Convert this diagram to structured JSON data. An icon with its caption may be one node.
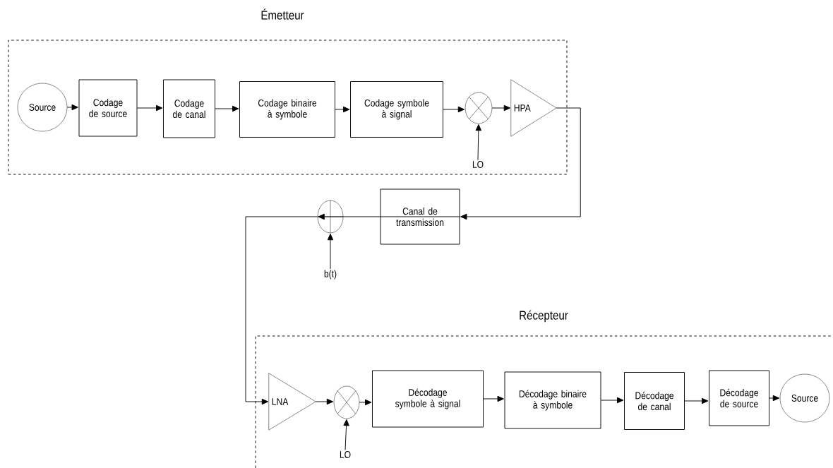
{
  "diagram": {
    "nodes": [
      {
        "text": [
          "Émetteur"
        ]
      },
      {
        "text": [
          "Source"
        ],
        "in": 0
      },
      {
        "text": [
          "Codage de source"
        ],
        "in": 0
      },
      {
        "text": [
          "Codage de canal"
        ],
        "in": 0
      },
      {
        "text": [
          "Codage binaire à symbole"
        ],
        "in": 0
      },
      {
        "text": [
          "Codage symbole à signal"
        ],
        "in": 0
      },
      {
        "text": [],
        "shape": "circle",
        "in": 0
      },
      {
        "text": [
          "HPA"
        ],
        "in": 0
      },
      {
        "text": [
          "LO"
        ],
        "in": 0
      },
      {
        "text": [
          "Canal de transmission"
        ]
      },
      {
        "text": [],
        "shape": "circle"
      },
      {
        "text": [
          "b(t)"
        ]
      },
      {
        "text": [
          "Récepteur"
        ]
      },
      {
        "text": [
          "LNA"
        ],
        "in": 12
      },
      {
        "text": [],
        "shape": "circle",
        "in": 12
      },
      {
        "text": [
          "LO"
        ],
        "in": 12
      },
      {
        "text": [
          "Décodage symbole à signal"
        ],
        "in": 12
      },
      {
        "text": [
          "Décodage binaire à symbole"
        ],
        "in": 12
      },
      {
        "text": [
          "Décodage de canal"
        ],
        "in": 12
      },
      {
        "text": [
          "Décodage de source"
        ],
        "in": 12
      },
      {
        "text": [
          "Source"
        ],
        "in": 12
      }
    ],
    "edges": [
      {
        "from": 1,
        "to": 2,
        "arrow": "to"
      },
      {
        "from": 2,
        "to": 3,
        "arrow": "to"
      },
      {
        "from": 3,
        "to": 4,
        "arrow": "to"
      },
      {
        "from": 4,
        "to": 5,
        "arrow": "to"
      },
      {
        "from": 5,
        "to": 6,
        "arrow": "to"
      },
      {
        "from": 8,
        "to": 6,
        "arrow": "to"
      },
      {
        "from": 6,
        "to": 7,
        "arrow": "to"
      },
      {
        "from": 7,
        "to": 9,
        "arrow": "to"
      },
      {
        "from": 9,
        "to": 10,
        "arrow": "to"
      },
      {
        "from": 11,
        "to": 10,
        "arrow": "to"
      },
      {
        "from": 10,
        "to": 13,
        "arrow": "to"
      },
      {
        "from": 13,
        "to": 14,
        "arrow": "to"
      },
      {
        "from": 15,
        "to": 14,
        "arrow": "to"
      },
      {
        "from": 14,
        "to": 16,
        "arrow": "to"
      },
      {
        "from": 16,
        "to": 17,
        "arrow": "to"
      },
      {
        "from": 17,
        "to": 18,
        "arrow": "to"
      },
      {
        "from": 18,
        "to": 19,
        "arrow": "to"
      },
      {
        "from": 19,
        "to": 20,
        "arrow": "to"
      }
    ]
  }
}
